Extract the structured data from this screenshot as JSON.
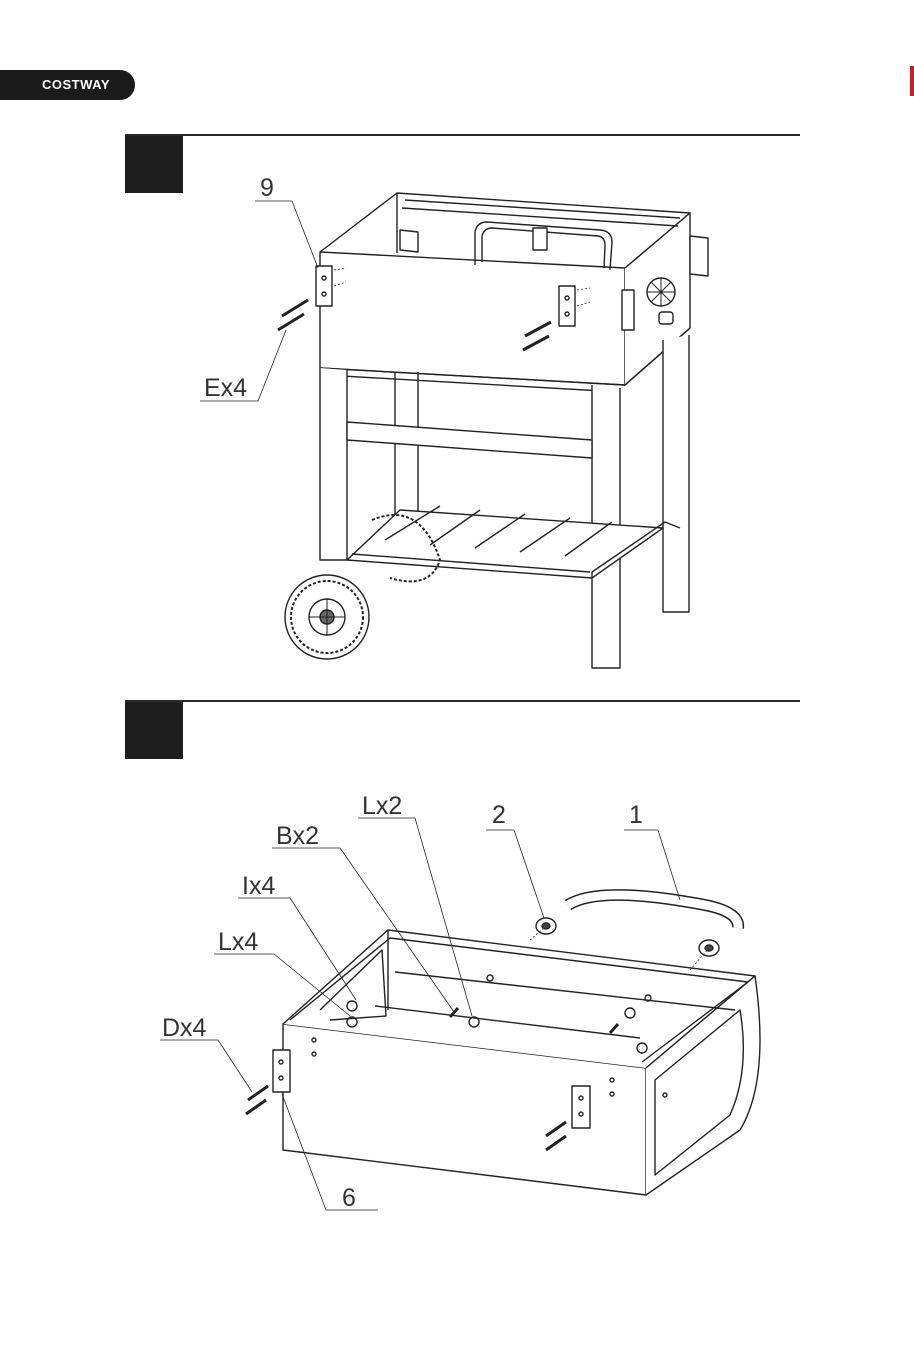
{
  "brand": {
    "name": "COSTWAY"
  },
  "step1": {
    "labels": {
      "part9": "9",
      "screwE": "Ex4"
    }
  },
  "step2": {
    "labels": {
      "lx2": "Lx2",
      "part2": "2",
      "part1": "1",
      "bx2": "Bx2",
      "ix4": "Ix4",
      "lx4": "Lx4",
      "dx4": "Dx4",
      "part6": "6"
    }
  },
  "colors": {
    "brand_bg": "#1b1b1b",
    "accent": "#c81e2b",
    "line": "#2a2a2a"
  }
}
